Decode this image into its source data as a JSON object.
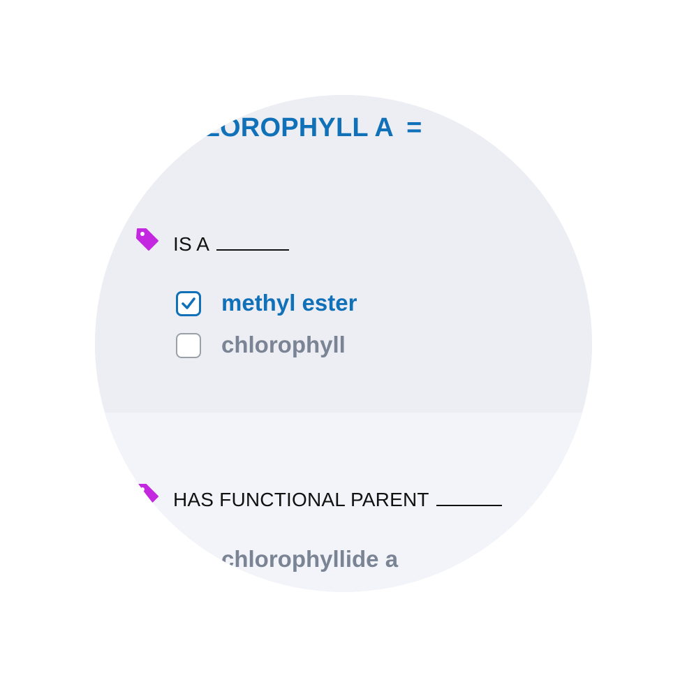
{
  "header": {
    "title_text": "HLOROPHYLL A",
    "title_suffix": "="
  },
  "relations": [
    {
      "label": "IS A",
      "options": [
        {
          "label": "methyl ester",
          "checked": true
        },
        {
          "label": "chlorophyll",
          "checked": false
        }
      ]
    },
    {
      "label": "HAS FUNCTIONAL PARENT",
      "options": [
        {
          "label": "chlorophyllide a",
          "checked": false
        }
      ]
    }
  ],
  "colors": {
    "accent": "#1070b8",
    "tag": "#c327e0",
    "background": "#edeef4",
    "background_alt": "#f3f4f9",
    "muted_text": "#7a8494"
  }
}
